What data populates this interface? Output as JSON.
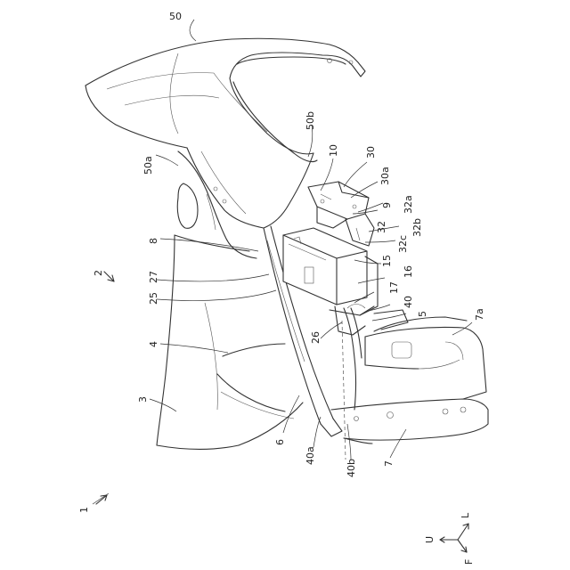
{
  "reference_labels": {
    "l1": "1",
    "l2": "2",
    "l3": "3",
    "l4": "4",
    "l5": "5",
    "l6": "6",
    "l7": "7",
    "l7a": "7a",
    "l8": "8",
    "l9": "9",
    "l10": "10",
    "l15": "15",
    "l16": "16",
    "l17": "17",
    "l25": "25",
    "l26": "26",
    "l27": "27",
    "l30": "30",
    "l30a": "30a",
    "l32": "32",
    "l32a": "32a",
    "l32b": "32b",
    "l32c": "32c",
    "l40": "40",
    "l40a": "40a",
    "l40b": "40b",
    "l50": "50",
    "l50a": "50a",
    "l50b": "50b"
  },
  "axes": {
    "up": "U",
    "left": "L",
    "front": "F"
  },
  "colors": {
    "line": "#333333",
    "background": "#ffffff"
  }
}
